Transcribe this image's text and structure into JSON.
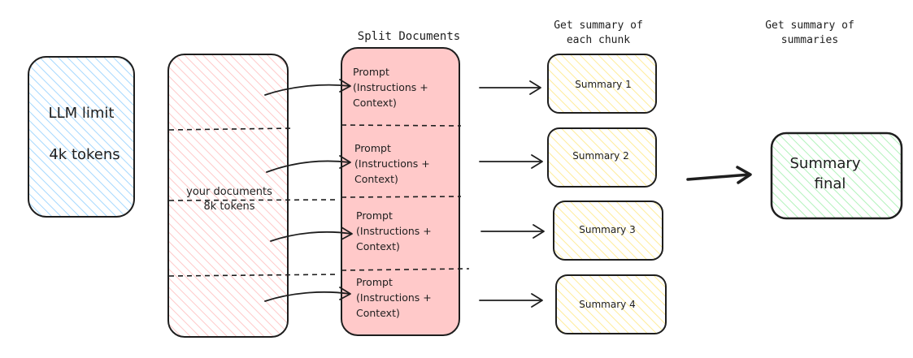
{
  "headers": {
    "split": "Split Documents",
    "chunk_line1": "Get summary of",
    "chunk_line2": "each chunk",
    "final_line1": "Get summary of",
    "final_line2": "summaries"
  },
  "llm_box": {
    "line1": "LLM limit",
    "line2": "4k tokens",
    "fill": "#a5d8ff"
  },
  "documents_box": {
    "line1": "your documents",
    "line2": "8k tokens",
    "fill": "#ffc9c9"
  },
  "prompt_fill": "#ffc9c9",
  "prompts": [
    {
      "line1": "Prompt",
      "line2": "(Instructions +",
      "line3": "Context)"
    },
    {
      "line1": "Prompt",
      "line2": "(Instructions +",
      "line3": "Context)"
    },
    {
      "line1": "Prompt",
      "line2": "(Instructions +",
      "line3": "Context)"
    },
    {
      "line1": "Prompt",
      "line2": "(Instructions +",
      "line3": "Context)"
    }
  ],
  "summary_fill": "#ffec99",
  "summaries": [
    {
      "label": "Summary 1"
    },
    {
      "label": "Summary 2"
    },
    {
      "label": "Summary 3"
    },
    {
      "label": "Summary 4"
    }
  ],
  "final_box": {
    "line1": "Summary",
    "line2": "final",
    "fill": "#b2f2bb"
  }
}
